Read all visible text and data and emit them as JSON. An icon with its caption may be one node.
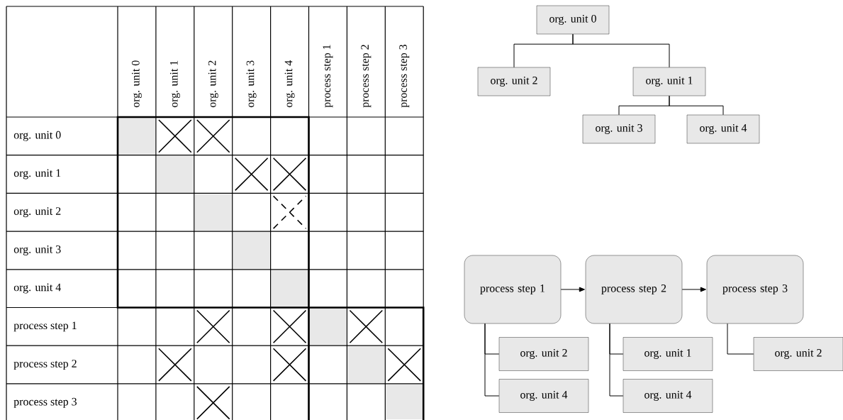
{
  "diagram": {
    "nodes": [
      {
        "text": [
          "org. unit 0"
        ]
      },
      {
        "text": [
          "org. unit 2"
        ]
      },
      {
        "text": [
          "org. unit 1"
        ]
      },
      {
        "text": [
          "org. unit 3"
        ]
      },
      {
        "text": [
          "org. unit 4"
        ]
      },
      {
        "text": [
          "process step 1"
        ]
      },
      {
        "text": [
          "process step 2"
        ]
      },
      {
        "text": [
          "process step 3"
        ]
      },
      {
        "text": [
          "org. unit 2"
        ]
      },
      {
        "text": [
          "org. unit 4"
        ]
      },
      {
        "text": [
          "org. unit 1"
        ]
      },
      {
        "text": [
          "org. unit 4"
        ]
      },
      {
        "text": [
          "org. unit 2"
        ]
      }
    ],
    "edges": [
      {
        "from": 0,
        "to": 1,
        "arrow": "none"
      },
      {
        "from": 0,
        "to": 2,
        "arrow": "none"
      },
      {
        "from": 2,
        "to": 3,
        "arrow": "none"
      },
      {
        "from": 2,
        "to": 4,
        "arrow": "none"
      },
      {
        "from": 5,
        "to": 6,
        "arrow": "to"
      },
      {
        "from": 6,
        "to": 7,
        "arrow": "to"
      },
      {
        "from": 5,
        "to": 8,
        "arrow": "none"
      },
      {
        "from": 5,
        "to": 9,
        "arrow": "none"
      },
      {
        "from": 6,
        "to": 10,
        "arrow": "none"
      },
      {
        "from": 6,
        "to": 11,
        "arrow": "none"
      },
      {
        "from": 7,
        "to": 12,
        "arrow": "none"
      }
    ],
    "labels": [
      "org. unit 0",
      "org. unit 1",
      "org. unit 2",
      "org. unit 3",
      "org. unit 4",
      "process step 1",
      "process step 2",
      "process step 3",
      "org. unit 0",
      "org. unit 1",
      "org. unit 2",
      "org. unit 3",
      "org. unit 4",
      "process step 1",
      "process step 2",
      "process step 3"
    ]
  }
}
